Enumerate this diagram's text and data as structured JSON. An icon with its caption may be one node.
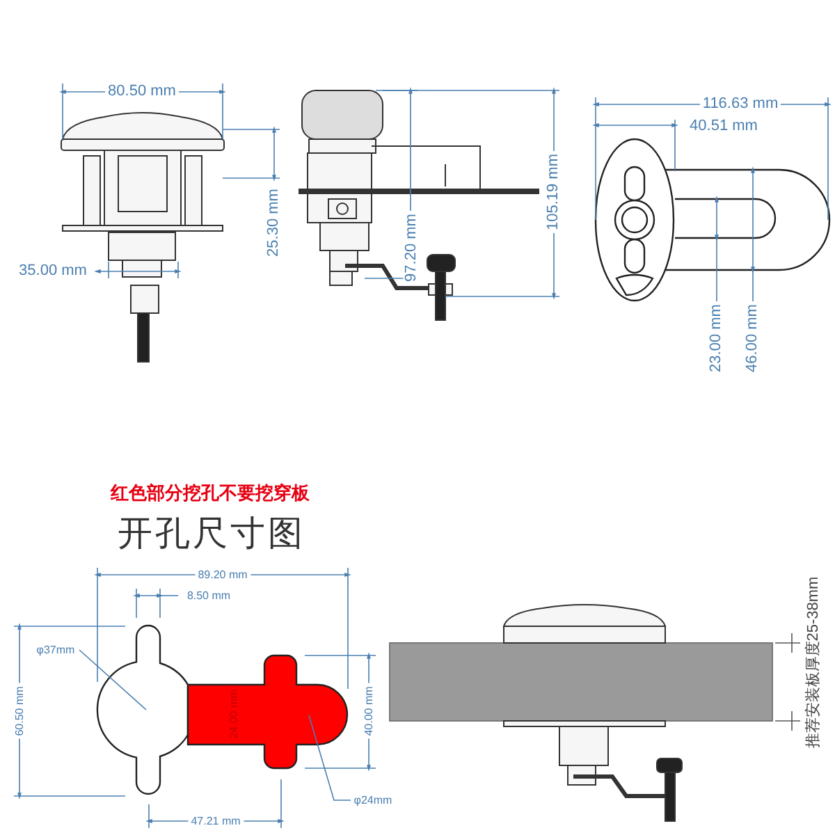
{
  "diagram": {
    "title": "开孔尺寸图",
    "nodes": [
      {
        "text": [
          "φ37mm"
        ]
      },
      {
        "text": [],
        "shape": "circle"
      },
      {
        "text": [
          "φ24mm"
        ]
      },
      {
        "text": [],
        "shape": "box"
      }
    ],
    "edges": [
      {
        "from": 0,
        "to": 1,
        "arrow": "none"
      },
      {
        "from": 2,
        "to": 3,
        "arrow": "none"
      }
    ],
    "labels": [
      "80.50 mm",
      "116.63 mm",
      "40.51 mm",
      "25.30 mm",
      "97.20 mm",
      "105.19 mm",
      "35.00 mm",
      "23.00 mm",
      "46.00 mm",
      "红色部分挖孔不要挖穿板",
      "89.20 mm",
      "8.50 mm",
      "60.50 mm",
      "24.00 mm",
      "40.00 mm",
      "47.21 mm",
      "推荐安装板厚度25-38mm"
    ]
  }
}
